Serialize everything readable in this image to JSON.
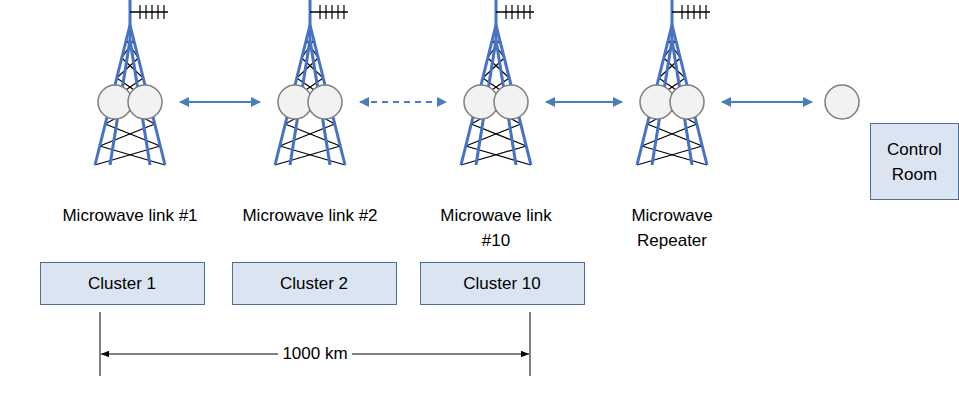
{
  "diagram": {
    "nodes": [
      {
        "text": [
          "Microwave link #1"
        ]
      },
      {
        "text": [
          "Microwave link #2"
        ]
      },
      {
        "text": [
          "Microwave link #10"
        ]
      },
      {
        "text": [
          "Microwave Repeater"
        ]
      },
      {
        "text": [
          "Control Room"
        ]
      },
      {
        "text": [
          "Cluster 1"
        ]
      },
      {
        "text": [
          "Cluster 2"
        ]
      },
      {
        "text": [
          "Cluster 10"
        ]
      }
    ],
    "edges": [
      {
        "from": 0,
        "to": 1,
        "arrow": "both"
      },
      {
        "from": 1,
        "to": 2,
        "arrow": "both"
      },
      {
        "from": 2,
        "to": 3,
        "arrow": "both"
      },
      {
        "from": 3,
        "to": 4,
        "arrow": "both"
      }
    ],
    "labels": [
      "1000 km"
    ]
  }
}
